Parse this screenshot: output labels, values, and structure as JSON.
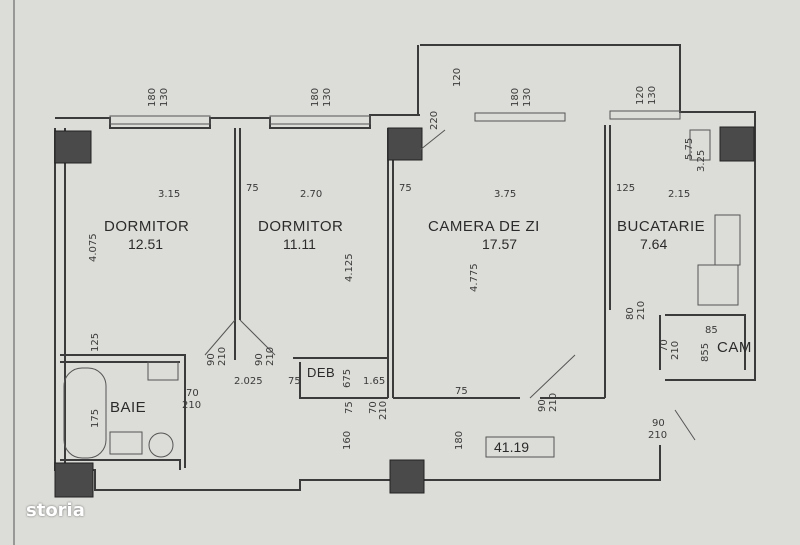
{
  "rooms": [
    {
      "name": "DORMITOR",
      "area": "12.51"
    },
    {
      "name": "DORMITOR",
      "area": "11.11"
    },
    {
      "name": "CAMERA DE ZI",
      "area": "17.57"
    },
    {
      "name": "BUCATARIE",
      "area": "7.64"
    },
    {
      "name": "BAIE"
    },
    {
      "name": "DEB"
    },
    {
      "name": "CAM"
    }
  ],
  "total_area": "41.19",
  "dims": {
    "w1": "180",
    "w1b": "130",
    "w2": "180",
    "w2b": "130",
    "w3": "180",
    "w3b": "130",
    "w4": "120",
    "w4b": "130",
    "balc": "120",
    "balc2": "220",
    "r1w": "3.15",
    "r2w": "2.70",
    "r3w": "3.75",
    "r4w": "2.15",
    "r1h": "4.075",
    "r2h": "4.125",
    "r3h": "4.775",
    "p1": "75",
    "p2": "75",
    "p3": "125",
    "bath_h": "175",
    "bath_t": "125",
    "d1": "90",
    "d1b": "210",
    "d2": "90",
    "d2b": "210",
    "d3": "70",
    "d3b": "210",
    "d4": "80",
    "d4b": "210",
    "d5": "70",
    "d5b": "210",
    "d6": "90",
    "d6b": "210",
    "d7": "90",
    "d7b": "210",
    "d8": "70",
    "d8b": "210",
    "hall1": "2.025",
    "hall2": "1.65",
    "hall3": "75",
    "hall4": "75",
    "deb1": "675",
    "deb2": "75",
    "cam1": "85",
    "cam2": "855",
    "h160": "160",
    "h180": "180",
    "k1": "5.75",
    "k2": "3.25"
  },
  "watermark": "storia"
}
